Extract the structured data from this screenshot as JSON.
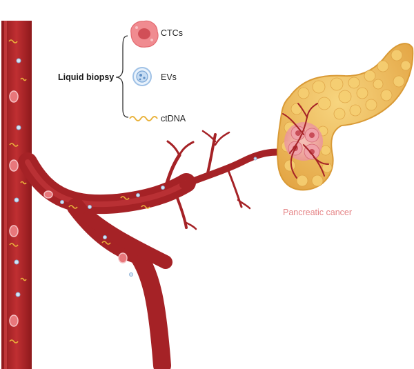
{
  "legend": {
    "group_label": "Liquid biopsy",
    "items": [
      {
        "label": "CTCs",
        "icon": "ctc-cell-icon"
      },
      {
        "label": "EVs",
        "icon": "extracellular-vesicle-icon"
      },
      {
        "label": "ctDNA",
        "icon": "ctdna-strand-icon"
      }
    ]
  },
  "organ_label": "Pancreatic cancer",
  "colors": {
    "vessel": "#b4262a",
    "vessel_dark": "#7e1518",
    "vessel_light": "#d7484a",
    "ctc": "#e8777b",
    "ctc_core": "#d14f57",
    "ev": "#9fc1e6",
    "ctdna": "#e9b23b",
    "pancreas": "#f2c25d",
    "pancreas_dark": "#d99a36",
    "tumor": "#f3a7ad",
    "label_pink": "#e58486"
  }
}
